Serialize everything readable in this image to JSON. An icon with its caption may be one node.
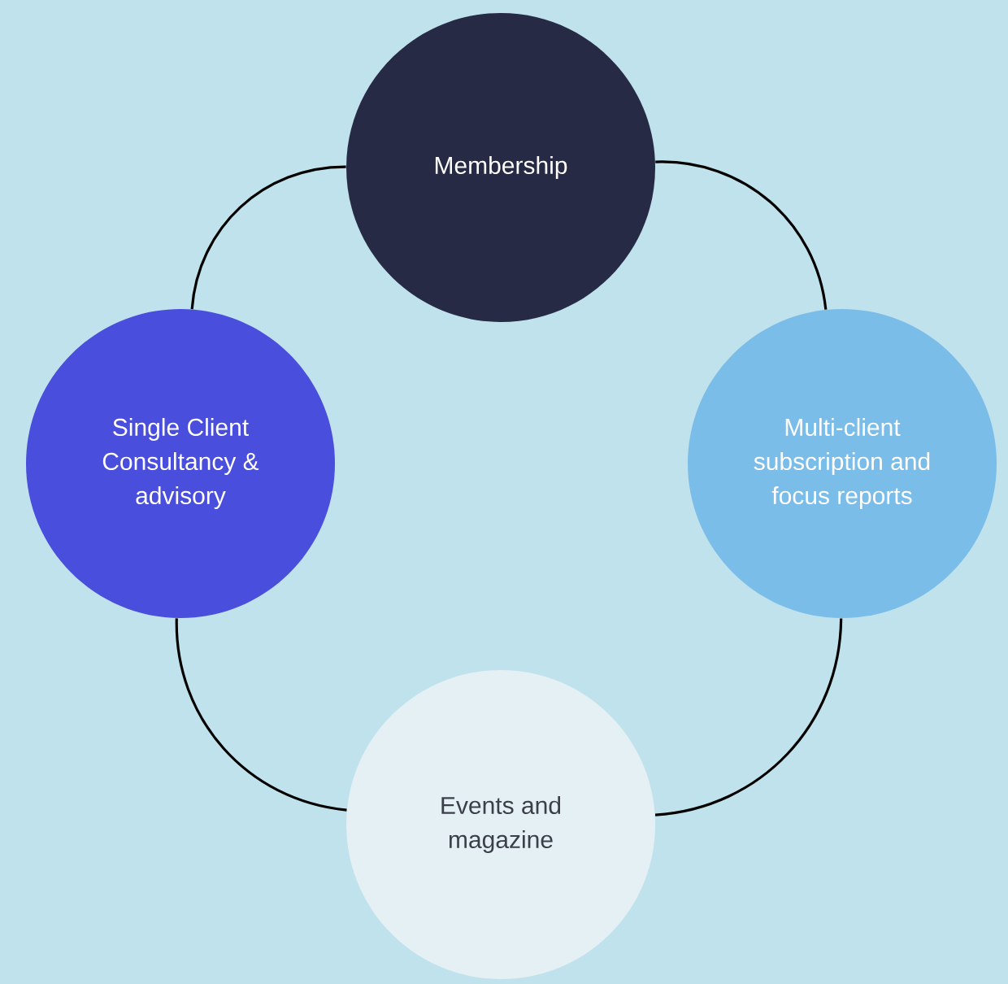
{
  "diagram": {
    "nodes": [
      {
        "text": [
          "Membership"
        ]
      },
      {
        "text": [
          "Single Client Consultancy & advisory"
        ]
      },
      {
        "text": [
          "Multi-client subscription and focus reports"
        ]
      },
      {
        "text": [
          "Events and magazine"
        ]
      }
    ],
    "edges": [
      {
        "from": 0,
        "to": 2,
        "arrow": "none"
      },
      {
        "from": 2,
        "to": 3,
        "arrow": "none"
      },
      {
        "from": 3,
        "to": 1,
        "arrow": "none"
      },
      {
        "from": 1,
        "to": 0,
        "arrow": "none"
      }
    ]
  }
}
